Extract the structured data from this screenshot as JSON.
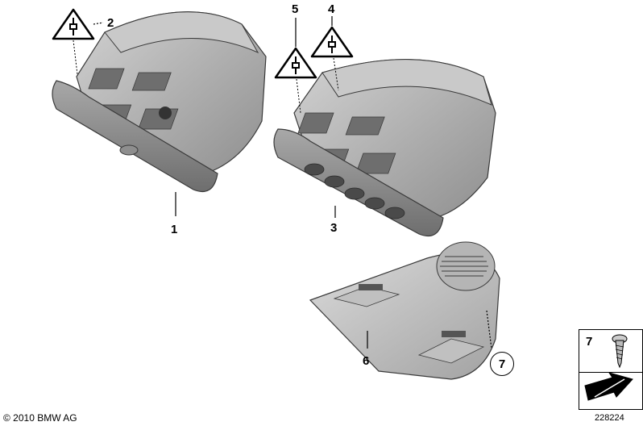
{
  "callouts": {
    "c1": "1",
    "c2": "2",
    "c3": "3",
    "c4": "4",
    "c5": "5",
    "c6": "6",
    "c7": "7"
  },
  "legend": {
    "number": "7",
    "screw_icon": "screw-icon",
    "arrow_icon": "arrow-icon"
  },
  "footer": {
    "copyright": "© 2010 BMW AG",
    "diagram_id": "228224"
  },
  "colors": {
    "part_fill": "#b9b9b9",
    "part_dark": "#7a7a7a",
    "part_light": "#dcdcdc",
    "outline": "#3a3a3a"
  }
}
